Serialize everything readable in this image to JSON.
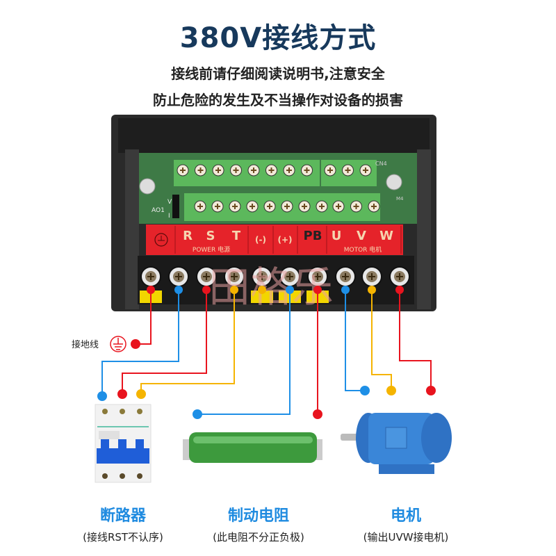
{
  "header": {
    "title": "380V接线方式",
    "line1": "接线前请仔细阅读说明书,注意安全",
    "line2": "防止危险的发生及不当操作对设备的损害"
  },
  "terminal_strip": {
    "ground_symbol": "ground-icon",
    "labels": [
      "R",
      "S",
      "T",
      "(-)",
      "(+)",
      "PB",
      "U",
      "V",
      "W"
    ],
    "power_label": "POWER 电源",
    "motor_label": "MOTOR 电机"
  },
  "pcb": {
    "ao_label": "AO1",
    "v_label": "V",
    "i_label": "I",
    "cn_label": "CN4",
    "m_label": "M4"
  },
  "wire_colors": [
    "#e8141e",
    "#1e8fe6",
    "#e8141e",
    "#f5b400",
    "#f5b400",
    "#1e8fe6",
    "#e8141e",
    "#1e8fe6",
    "#f5b400",
    "#e8141e"
  ],
  "ground": {
    "label": "接地线"
  },
  "devices": [
    {
      "name": "断路器",
      "note": "(接线RST不认序)"
    },
    {
      "name": "制动电阻",
      "note": "(此电阻不分正负极)"
    },
    {
      "name": "电机",
      "note": "(输出UVW接电机)"
    }
  ],
  "watermark": "田格乐",
  "colors": {
    "title": "#17395c",
    "device_label": "#1f8be0",
    "red": "#e8141e",
    "blue": "#1e8fe6",
    "yellow": "#f5b400"
  }
}
